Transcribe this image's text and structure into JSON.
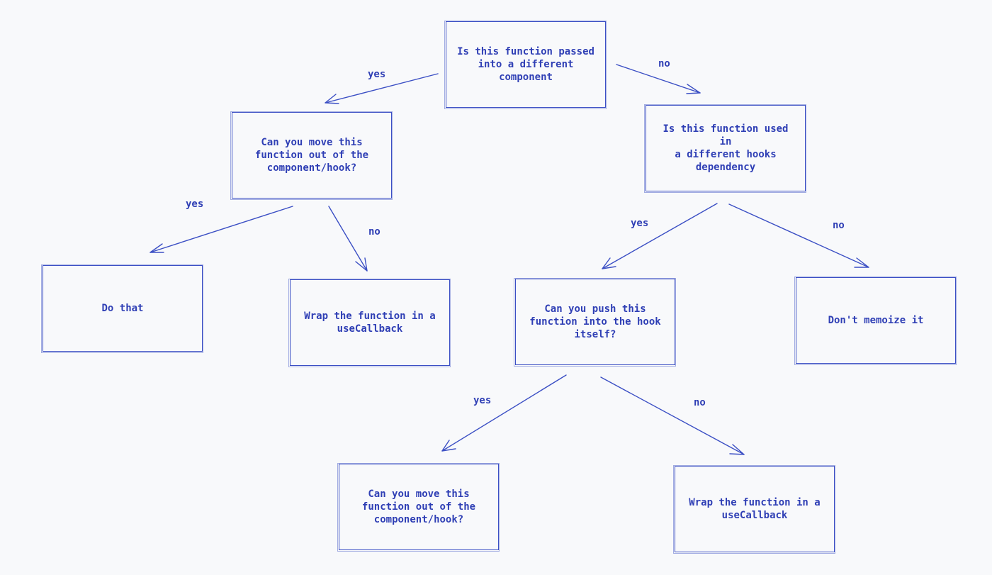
{
  "nodes": {
    "passed": "Is this function passed\ninto a different\ncomponent",
    "move_out": "Can you move this\nfunction out of the\ncomponent/hook?",
    "hooks_dep": "Is this function used in\na different hooks\ndependency",
    "do_that": "Do that",
    "wrap_1": "Wrap the function in a\nuseCallback",
    "push_hook": "Can you push this\nfunction into the hook\nitself?",
    "dont_memoize": "Don't memoize it",
    "move_out_2": "Can you move this\nfunction out of the\ncomponent/hook?",
    "wrap_2": "Wrap the function in a\nuseCallback"
  },
  "edges": {
    "passed_yes": "yes",
    "passed_no": "no",
    "move_out_yes": "yes",
    "move_out_no": "no",
    "hooks_dep_yes": "yes",
    "hooks_dep_no": "no",
    "push_hook_yes": "yes",
    "push_hook_no": "no"
  },
  "colors": {
    "stroke": "#3b4fc4",
    "text": "#2f3fb5",
    "background": "#f8f9fb"
  }
}
